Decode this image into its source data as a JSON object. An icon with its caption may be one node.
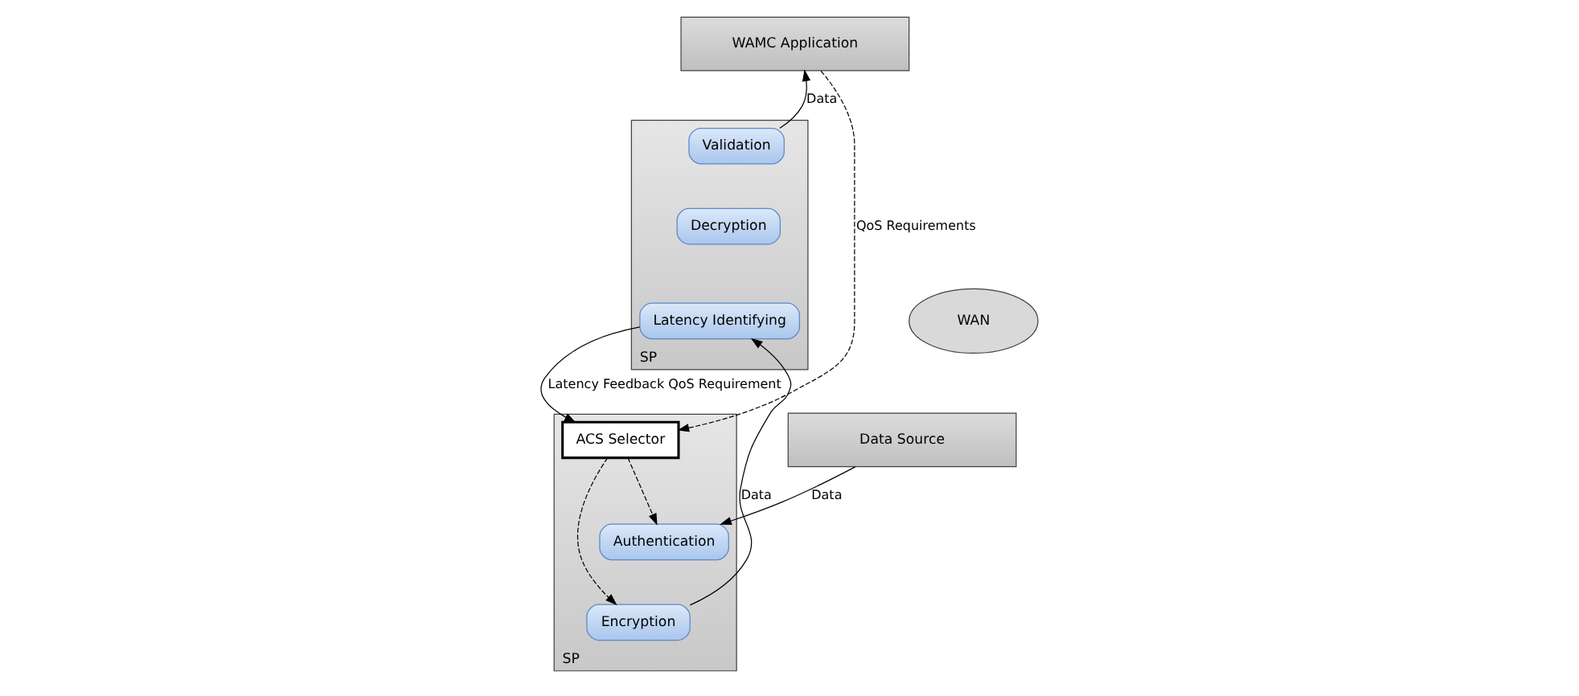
{
  "diagram": {
    "nodes": [
      {
        "text": [
          "WAMC Application"
        ]
      },
      {
        "text": [
          "SP"
        ]
      },
      {
        "text": [
          "Validation"
        ],
        "in": 1
      },
      {
        "text": [
          "Decryption"
        ],
        "in": 1
      },
      {
        "text": [
          "Latency Identifying"
        ],
        "in": 1
      },
      {
        "text": [
          "WAN"
        ]
      },
      {
        "text": [
          "Data Source"
        ]
      },
      {
        "text": [
          "SP"
        ]
      },
      {
        "text": [
          "ACS Selector"
        ],
        "in": 7
      },
      {
        "text": [
          "Authentication"
        ],
        "in": 7
      },
      {
        "text": [
          "Encryption"
        ],
        "in": 7
      }
    ],
    "edges": [
      {
        "from": 2,
        "to": 0,
        "arrow": "to",
        "label": "Data"
      },
      {
        "from": 0,
        "to": 8,
        "arrow": "to",
        "label": "QoS Requirements",
        "style": "dashed"
      },
      {
        "from": 4,
        "to": 8,
        "arrow": "to",
        "label": "Latency Feedback QoS Requirement"
      },
      {
        "from": 6,
        "to": 9,
        "arrow": "to",
        "label": "Data"
      },
      {
        "from": 8,
        "to": 9,
        "arrow": "to",
        "style": "dashed"
      },
      {
        "from": 8,
        "to": 10,
        "arrow": "to",
        "style": "dashed"
      },
      {
        "from": 10,
        "to": 4,
        "arrow": "to",
        "label": "Data"
      }
    ]
  }
}
